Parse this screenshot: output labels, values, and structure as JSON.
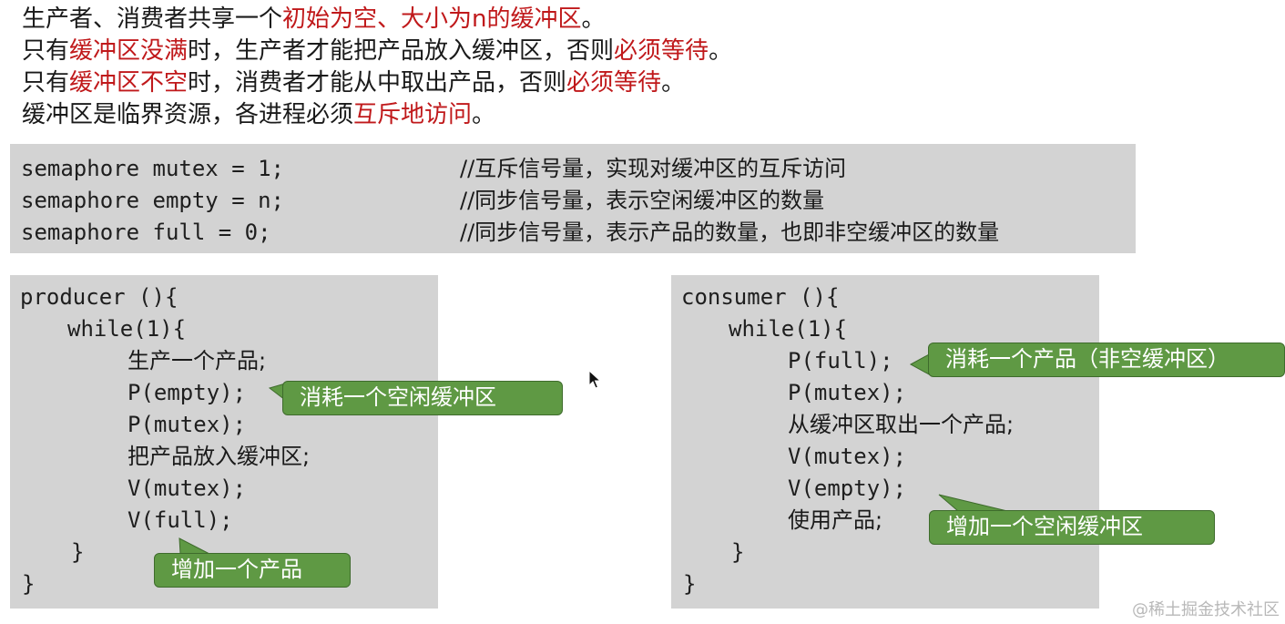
{
  "intro": [
    [
      {
        "t": "生产者、消费者共享一个",
        "hl": false
      },
      {
        "t": "初始为空、大小为n的缓冲区",
        "hl": true
      },
      {
        "t": "。",
        "hl": false
      }
    ],
    [
      {
        "t": "只有",
        "hl": false
      },
      {
        "t": "缓冲区没满",
        "hl": true
      },
      {
        "t": "时，生产者才能把产品放入缓冲区，否则",
        "hl": false
      },
      {
        "t": "必须等待",
        "hl": true
      },
      {
        "t": "。",
        "hl": false
      }
    ],
    [
      {
        "t": "只有",
        "hl": false
      },
      {
        "t": "缓冲区不空",
        "hl": true
      },
      {
        "t": "时，消费者才能从中取出产品，否则",
        "hl": false
      },
      {
        "t": "必须等待",
        "hl": true
      },
      {
        "t": "。",
        "hl": false
      }
    ],
    [
      {
        "t": "缓冲区是临界资源，各进程必须",
        "hl": false
      },
      {
        "t": "互斥地访问",
        "hl": true
      },
      {
        "t": "。",
        "hl": false
      }
    ]
  ],
  "declarations": [
    {
      "code": "semaphore mutex = 1;",
      "comment": "//互斥信号量，实现对缓冲区的互斥访问"
    },
    {
      "code": "semaphore empty = n;",
      "comment": "//同步信号量，表示空闲缓冲区的数量"
    },
    {
      "code": "semaphore full = 0;",
      "comment": "//同步信号量，表示产品的数量，也即非空缓冲区的数量"
    }
  ],
  "producer": {
    "lines": [
      "producer (){",
      "while(1){",
      "生产一个产品;",
      "P(empty);",
      "P(mutex);",
      "把产品放入缓冲区;",
      "V(mutex);",
      "V(full);",
      "}",
      "}"
    ],
    "callouts": {
      "empty": "消耗一个空闲缓冲区",
      "full": "增加一个产品"
    }
  },
  "consumer": {
    "lines": [
      "consumer (){",
      "while(1){",
      "P(full);",
      "P(mutex);",
      "从缓冲区取出一个产品;",
      "V(mutex);",
      "V(empty);",
      "使用产品;",
      "}",
      "}"
    ],
    "callouts": {
      "full": "消耗一个产品（非空缓冲区）",
      "empty": "增加一个空闲缓冲区"
    }
  },
  "watermark": "@稀土掘金技术社区",
  "colors": {
    "highlight": "#c0191b",
    "callout_bg": "#5f9944",
    "code_bg": "#d3d3d3"
  }
}
